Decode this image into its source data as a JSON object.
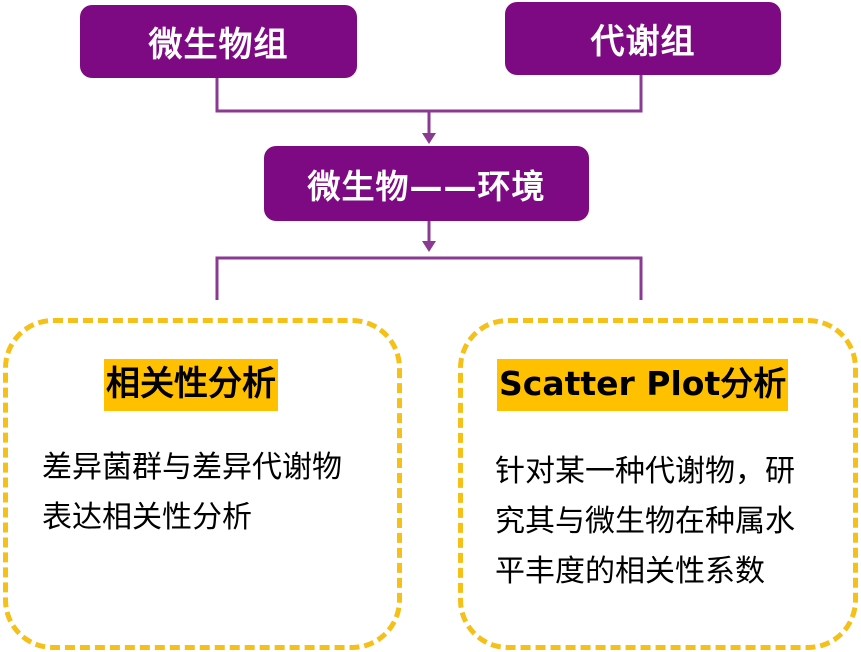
{
  "nodes": {
    "microbiome": "微生物组",
    "metabolome": "代谢组",
    "microbe_env": "微生物——环境"
  },
  "panels": {
    "correlation": {
      "title": "相关性分析",
      "lines": [
        "差异菌群与差异代谢物",
        "表达相关性分析"
      ]
    },
    "scatter": {
      "title": "Scatter Plot分析",
      "lines": [
        "针对某一种代谢物，研",
        "究其与微生物在种属水",
        "平丰度的相关性系数"
      ]
    }
  },
  "colors": {
    "node_fill": "#7e0a83",
    "connector": "#8b3a92",
    "panel_border": "#f5c018",
    "title_highlight": "#ffc000"
  }
}
